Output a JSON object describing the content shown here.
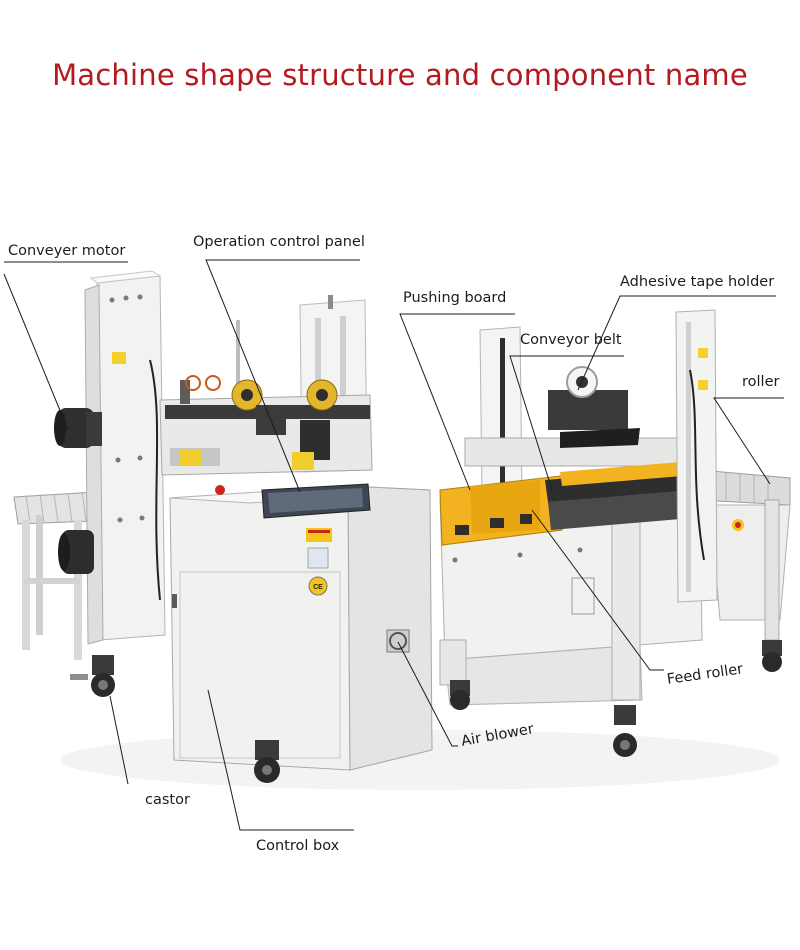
{
  "title": "Machine shape structure and component name",
  "labels": {
    "conveyer_motor": "Conveyer motor",
    "operation_control_panel": "Operation control panel",
    "pushing_board": "Pushing board",
    "adhesive_tape_holder": "Adhesive tape holder",
    "conveyor_belt": "Conveyor belt",
    "roller": "roller",
    "feed_roller": "Feed roller",
    "air_blower": "Air blower",
    "castor": "castor",
    "control_box": "Control box"
  },
  "machine_marks": {
    "ce_mark": "CE"
  },
  "colors": {
    "title": "#b3191f",
    "accent_yellow": "#f3b320",
    "frame": "#eeeeec",
    "motor": "#2b2b2b"
  }
}
